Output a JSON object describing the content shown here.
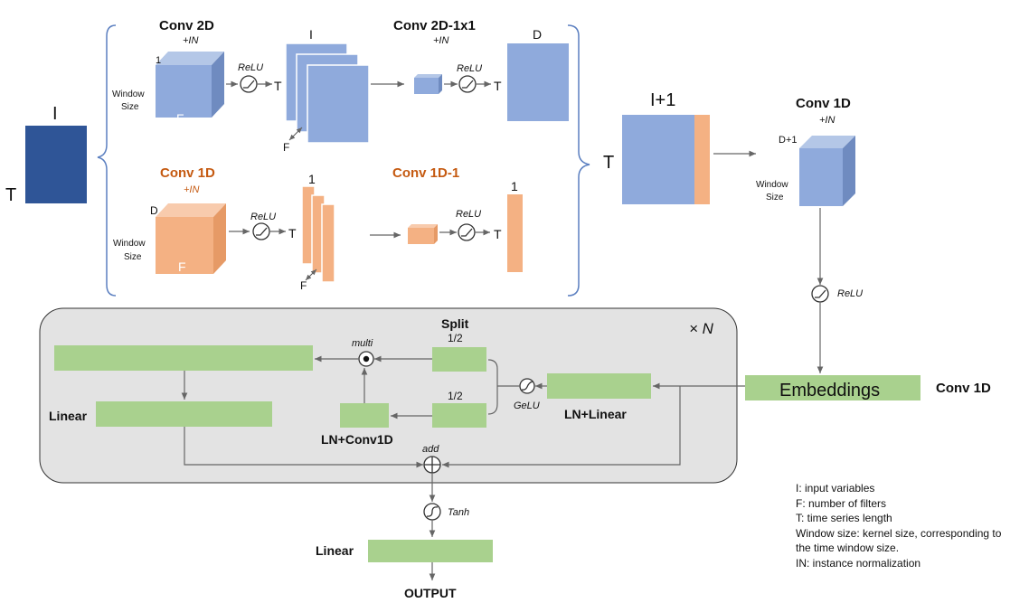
{
  "input": {
    "label_I": "I",
    "label_T": "T"
  },
  "branch_2d": {
    "conv_title": "Conv 2D",
    "conv_norm": "+IN",
    "kernel_depth": "1",
    "window_size": "Window\nSize",
    "filters": "F",
    "activation": "ReLU",
    "out_T": "T",
    "stack_label": "I",
    "stack_F": "F",
    "conv2_title": "Conv 2D-1x1",
    "conv2_norm": "+IN",
    "activation2": "ReLU",
    "out_T2": "T",
    "output_label": "D"
  },
  "branch_1d": {
    "conv_title": "Conv 1D",
    "conv_norm": "+IN",
    "kernel_depth": "D",
    "window_size": "Window\nSize",
    "filters": "F",
    "activation": "ReLU",
    "out_T": "T",
    "stack_label": "1",
    "stack_F": "F",
    "conv2_title": "Conv 1D-1",
    "activation2": "ReLU",
    "out_T2": "T",
    "output_label": "1"
  },
  "concat": {
    "label_top": "I+1",
    "label_T": "T"
  },
  "conv1d_head": {
    "title": "Conv 1D",
    "norm": "+IN",
    "depth": "D+1",
    "window_size": "Window\nSize",
    "activation": "ReLU"
  },
  "embeddings": {
    "label": "Embeddings",
    "side_label": "Conv 1D"
  },
  "block": {
    "repeat": "× N",
    "split": "Split",
    "half_top": "1/2",
    "half_bottom": "1/2",
    "multi": "multi",
    "gelu": "GeLU",
    "ln_linear": "LN+Linear",
    "ln_conv": "LN+Conv1D",
    "linear": "Linear",
    "add": "add"
  },
  "output": {
    "tanh": "Tanh",
    "linear": "Linear",
    "output": "OUTPUT"
  },
  "legend": [
    "I: input variables",
    "F: number of filters",
    "T: time series length",
    "Window size: kernel size, corresponding to",
    "the time window size.",
    "IN: instance normalization"
  ],
  "colors": {
    "blue": "#8faadc",
    "blue_side": "#6f8bc0",
    "blue_top": "#b4c7e7",
    "navy": "#2f5597",
    "orange": "#f4b183",
    "orange_side": "#e69a66",
    "orange_top": "#f8cbad",
    "green": "#a9d18e",
    "block_bg": "#e3e3e3",
    "arrow": "#666666",
    "text_orange": "#c55a11"
  }
}
